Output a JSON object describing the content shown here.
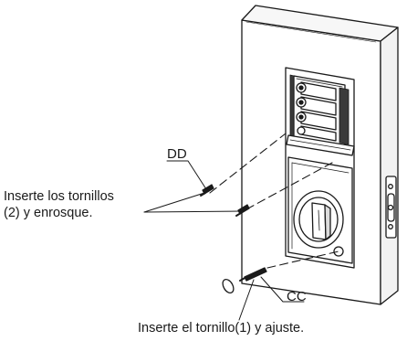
{
  "labels": {
    "dd": "DD",
    "cc": "CC",
    "insert_two_line1": "Inserte los tornillos",
    "insert_two_line2": "(2) y enrosque.",
    "insert_one": "Inserte el tornillo(1) y ajuste."
  },
  "colors": {
    "line": "#1a1a1a",
    "dark_fill": "#3a3a3a",
    "door_face": "#ffffff",
    "door_edge": "#f4f4f4"
  }
}
